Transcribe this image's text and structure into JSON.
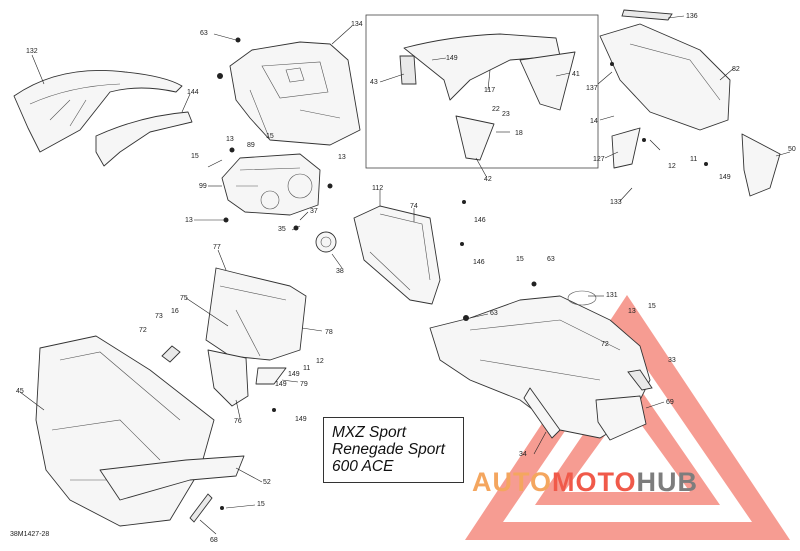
{
  "diagram": {
    "callouts": [
      "132",
      "144",
      "63",
      "134",
      "43",
      "149",
      "117",
      "41",
      "22",
      "23",
      "18",
      "42",
      "136",
      "82",
      "137",
      "14",
      "127",
      "12",
      "11",
      "149",
      "50",
      "133",
      "13",
      "89",
      "15",
      "15",
      "99",
      "13",
      "37",
      "35",
      "38",
      "13",
      "112",
      "74",
      "146",
      "146",
      "15",
      "63",
      "131",
      "63",
      "77",
      "75",
      "78",
      "12",
      "11",
      "149",
      "79",
      "76",
      "149",
      "73",
      "16",
      "72",
      "45",
      "52",
      "15",
      "68",
      "13",
      "15",
      "72",
      "33",
      "69",
      "34",
      "149"
    ],
    "model_lines": [
      "MXZ Sport",
      "Renegade Sport",
      "600 ACE"
    ],
    "reference": "38M1427-28"
  },
  "watermark": {
    "segments": [
      "AUTO",
      "MOTO",
      "HUB"
    ],
    "colors": {
      "auto": "#f4a65f",
      "moto": "#f05a4a",
      "hub": "#7d7d7d",
      "triangle": "#f05a4a"
    }
  }
}
